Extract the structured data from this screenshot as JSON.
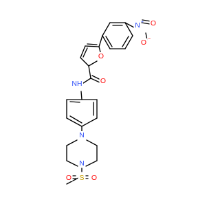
{
  "molecule": {
    "atoms": {
      "o_furan": {
        "label": "O",
        "color": "#ff0d0d"
      },
      "o_amide": {
        "label": "O",
        "color": "#ff0d0d"
      },
      "nh": {
        "label": "NH",
        "color": "#3050f8"
      },
      "n_nitro": {
        "label": "N",
        "charge": "+",
        "color": "#3050f8"
      },
      "o_nitro_double": {
        "label": "O",
        "color": "#ff0d0d"
      },
      "o_nitro_minus": {
        "label": "O",
        "charge": "−",
        "color": "#ff0d0d"
      },
      "n_pip_top": {
        "label": "N",
        "color": "#3050f8"
      },
      "n_pip_bottom": {
        "label": "N",
        "color": "#3050f8"
      },
      "s": {
        "label": "S",
        "color": "#c8a000"
      },
      "o_s_left": {
        "label": "O",
        "color": "#ff0d0d"
      },
      "o_s_right": {
        "label": "O",
        "color": "#ff0d0d"
      }
    },
    "bond_color": "#000000"
  }
}
